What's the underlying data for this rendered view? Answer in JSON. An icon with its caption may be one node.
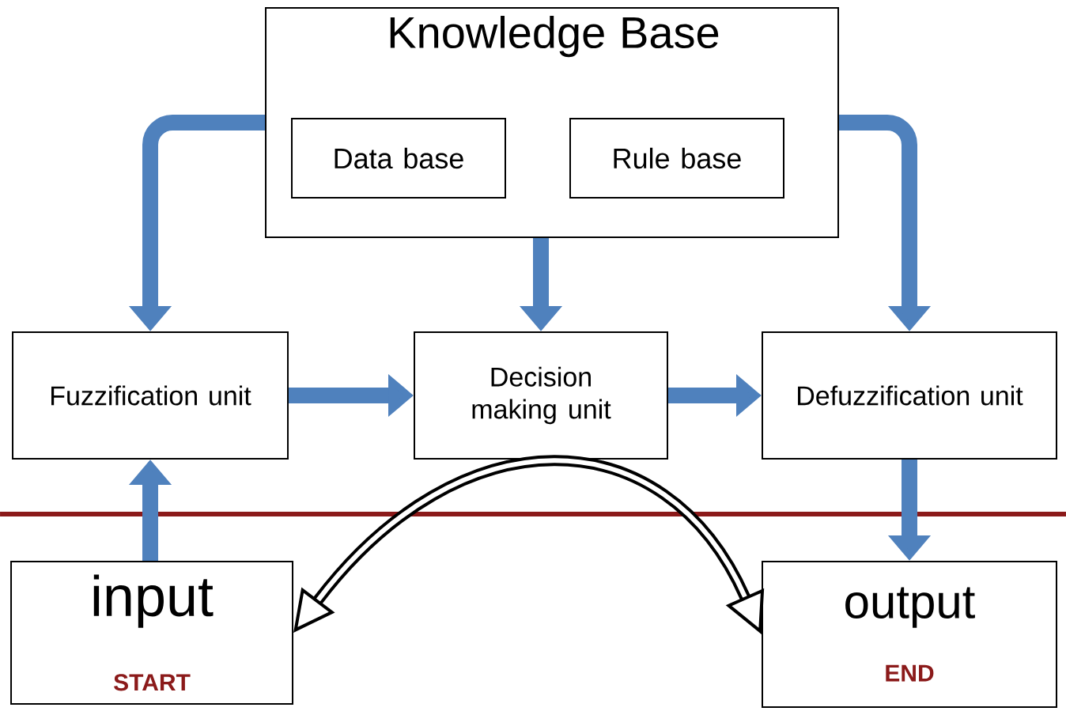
{
  "diagram": {
    "nodes": [
      {
        "text": [
          "Knowledge Base"
        ]
      },
      {
        "text": [
          "Data base"
        ],
        "in": 0
      },
      {
        "text": [
          "Rule base"
        ],
        "in": 0
      },
      {
        "text": [
          "Fuzzification unit"
        ]
      },
      {
        "text": [
          "Decision making unit"
        ]
      },
      {
        "text": [
          "Defuzzification unit"
        ]
      },
      {
        "text": [
          "input",
          "START"
        ]
      },
      {
        "text": [
          "output",
          "END"
        ]
      }
    ],
    "edges": [
      {
        "from": 0,
        "to": 3,
        "arrow": "to"
      },
      {
        "from": 0,
        "to": 4,
        "arrow": "to"
      },
      {
        "from": 0,
        "to": 5,
        "arrow": "to"
      },
      {
        "from": 3,
        "to": 4,
        "arrow": "to"
      },
      {
        "from": 4,
        "to": 5,
        "arrow": "to"
      },
      {
        "from": 6,
        "to": 3,
        "arrow": "to"
      },
      {
        "from": 5,
        "to": 7,
        "arrow": "to"
      },
      {
        "from": 6,
        "to": 7,
        "arrow": "both",
        "color": "#000000"
      }
    ]
  }
}
